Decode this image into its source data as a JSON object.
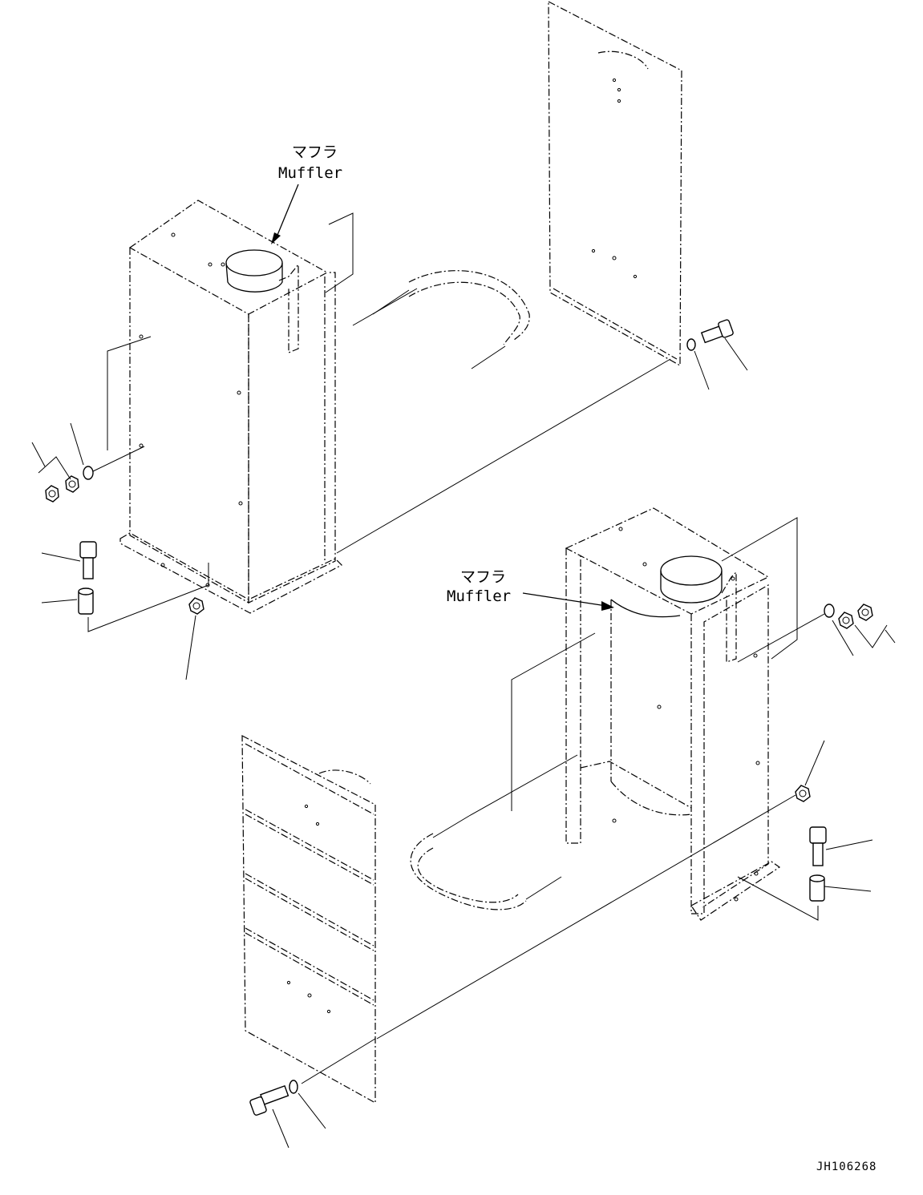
{
  "labels": {
    "muffler_top": {
      "jp": "マフラ",
      "en": "Muffler"
    },
    "muffler_bottom": {
      "jp": "マフラ",
      "en": "Muffler"
    }
  },
  "drawing_code": "JH106268"
}
